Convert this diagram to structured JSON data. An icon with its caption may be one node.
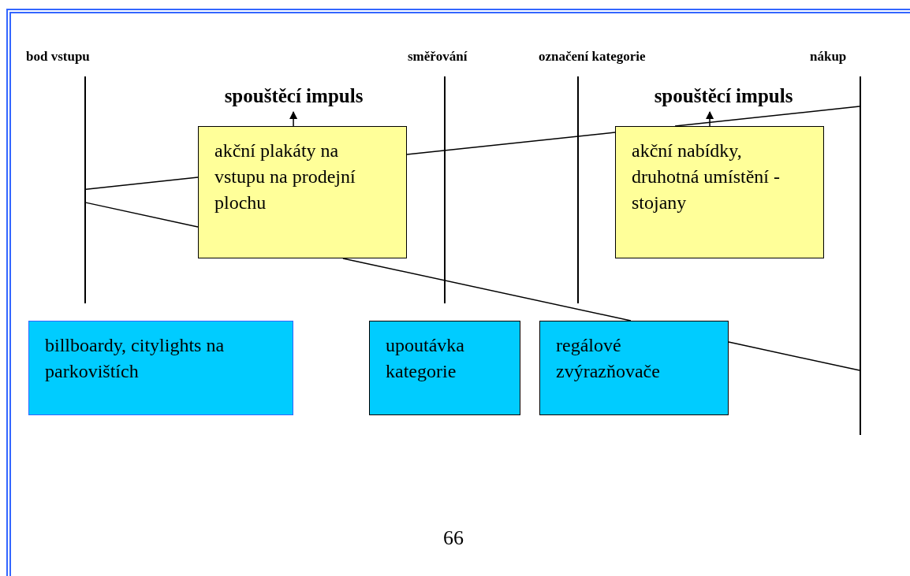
{
  "diagram": {
    "nodes": [
      {
        "text": [],
        "shape": "line",
        "beside": [
          "bod vstupu"
        ]
      },
      {
        "text": [],
        "shape": "line",
        "beside": [
          "směřování"
        ]
      },
      {
        "text": [],
        "shape": "line",
        "beside": [
          "označení kategorie"
        ]
      },
      {
        "text": [],
        "shape": "line",
        "beside": [
          "nákup"
        ]
      },
      {
        "text": [
          "spouštěcí impuls"
        ]
      },
      {
        "text": [
          "akční plakáty na vstupu na prodejní plochu"
        ]
      },
      {
        "text": [
          "spouštěcí impuls"
        ]
      },
      {
        "text": [
          "akční nabídky, druhotná umístění - stojany"
        ]
      },
      {
        "text": [
          "billboardy, citylights na parkovištích"
        ]
      },
      {
        "text": [
          "upoutávka kategorie"
        ]
      },
      {
        "text": [
          "regálové zvýrazňovače"
        ]
      }
    ],
    "edges": [
      {
        "from": 0,
        "to": 5,
        "arrow": "none"
      },
      {
        "from": 5,
        "to": 7,
        "arrow": "none"
      },
      {
        "from": 7,
        "to": 3,
        "arrow": "none"
      },
      {
        "from": 0,
        "to": 5,
        "arrow": "none"
      },
      {
        "from": 5,
        "to": 10,
        "arrow": "none"
      },
      {
        "from": 10,
        "to": 3,
        "arrow": "none"
      },
      {
        "from": 5,
        "to": 4,
        "arrow": "to"
      },
      {
        "from": 7,
        "to": 6,
        "arrow": "to"
      }
    ],
    "labels": [
      "66"
    ]
  }
}
